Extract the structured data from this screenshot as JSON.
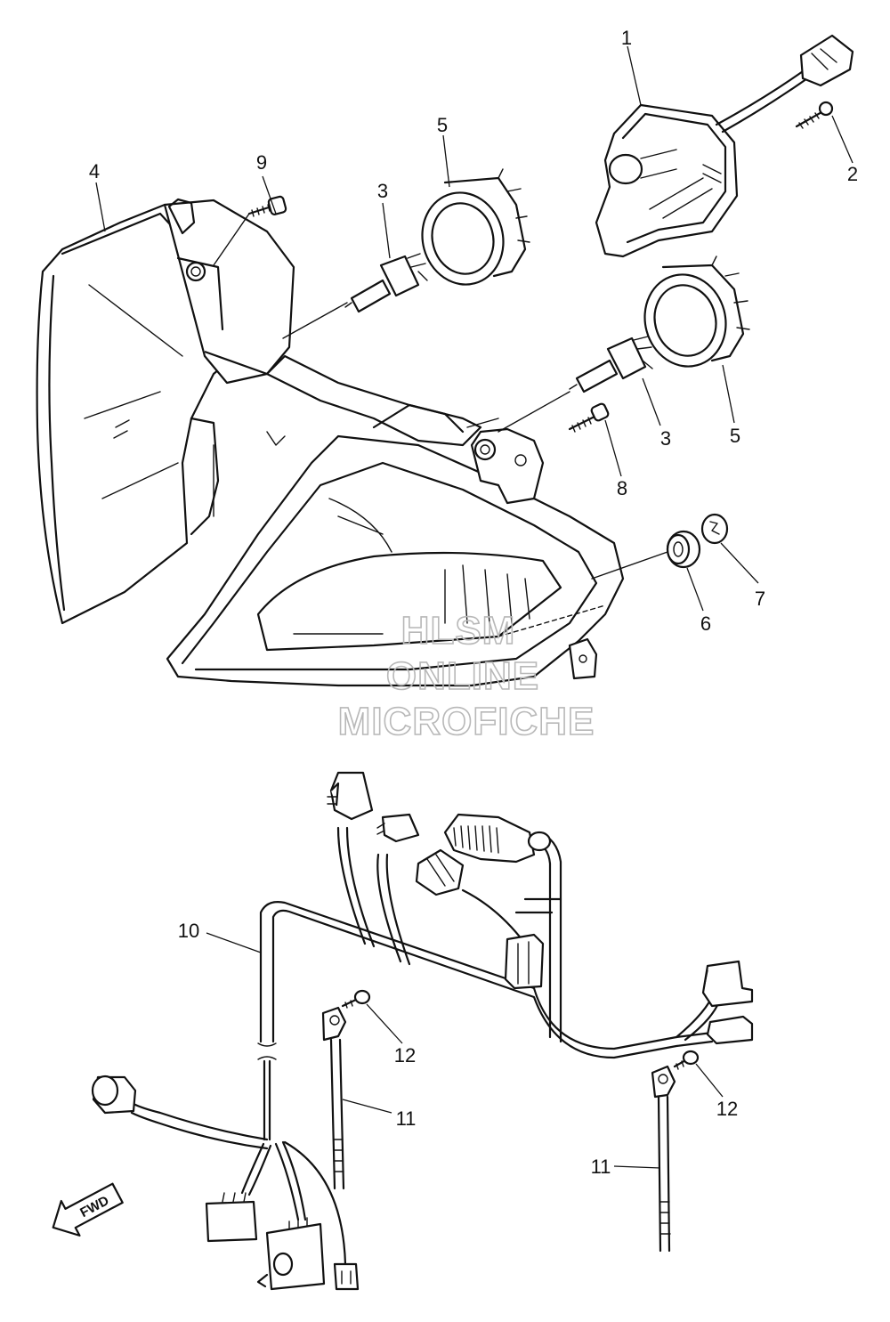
{
  "callouts": [
    {
      "id": "1",
      "label": "1"
    },
    {
      "id": "2",
      "label": "2"
    },
    {
      "id": "3a",
      "label": "3"
    },
    {
      "id": "3b",
      "label": "3"
    },
    {
      "id": "4",
      "label": "4"
    },
    {
      "id": "5a",
      "label": "5"
    },
    {
      "id": "5b",
      "label": "5"
    },
    {
      "id": "6",
      "label": "6"
    },
    {
      "id": "7",
      "label": "7"
    },
    {
      "id": "8",
      "label": "8"
    },
    {
      "id": "9",
      "label": "9"
    },
    {
      "id": "10",
      "label": "10"
    },
    {
      "id": "11a",
      "label": "11"
    },
    {
      "id": "11b",
      "label": "11"
    },
    {
      "id": "12a",
      "label": "12"
    },
    {
      "id": "12b",
      "label": "12"
    }
  ],
  "watermark": {
    "line1": "HLSM",
    "line2": "ONLINE",
    "line3": "MICROFICHE"
  },
  "direction_arrow": {
    "label": "FWD",
    "icon": "fwd-arrow-icon"
  }
}
